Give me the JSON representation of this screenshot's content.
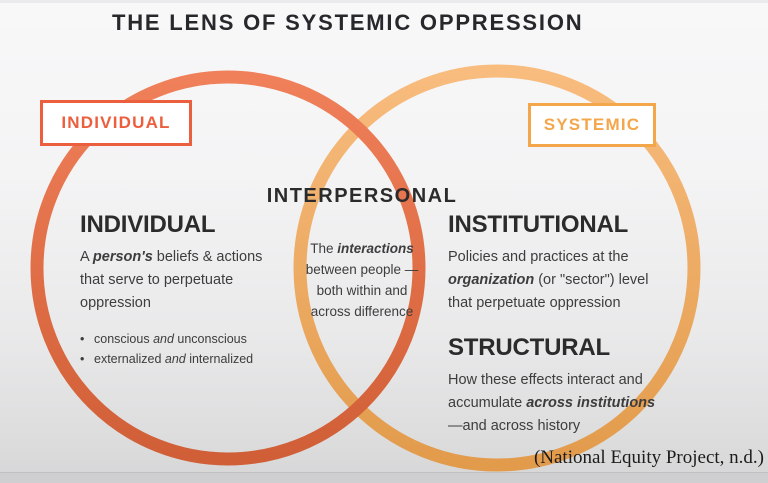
{
  "title": "THE LENS OF SYSTEMIC OPPRESSION",
  "tags": {
    "left": "INDIVIDUAL",
    "right": "SYSTEMIC"
  },
  "bullet_char": "•",
  "sections": {
    "individual": {
      "heading": "INDIVIDUAL",
      "body": {
        "pre": "A ",
        "em": "person's",
        "post": " beliefs & actions that serve to perpetuate oppression"
      },
      "bullets": [
        {
          "pre": "conscious ",
          "em": "and",
          "post": " unconscious"
        },
        {
          "pre": "externalized ",
          "em": "and",
          "post": " internalized"
        }
      ]
    },
    "interpersonal": {
      "heading": "INTERPERSONAL",
      "body": {
        "pre": "The ",
        "em": "interactions",
        "post": " between people —both within and across difference"
      }
    },
    "institutional": {
      "heading": "INSTITUTIONAL",
      "body": {
        "pre": "Policies and practices at the ",
        "em": "organization",
        "post": " (or \"sector\") level that perpetuate oppression"
      }
    },
    "structural": {
      "heading": "STRUCTURAL",
      "body": {
        "pre": "How these effects interact and accumulate ",
        "em": "across institutions",
        "post": " —and across history"
      }
    }
  },
  "citation": "(National Equity Project, n.d.)",
  "colors": {
    "left_circle_top": "#F0805A",
    "left_circle_bottom": "#D05E36",
    "right_circle_top": "#F8BC7E",
    "right_circle_bottom": "#E29B4B",
    "individual_accent": "#EB5F3E",
    "systemic_accent": "#F4A64A",
    "heading_text": "#2B2B2B",
    "body_text": "#3D3D3D"
  }
}
